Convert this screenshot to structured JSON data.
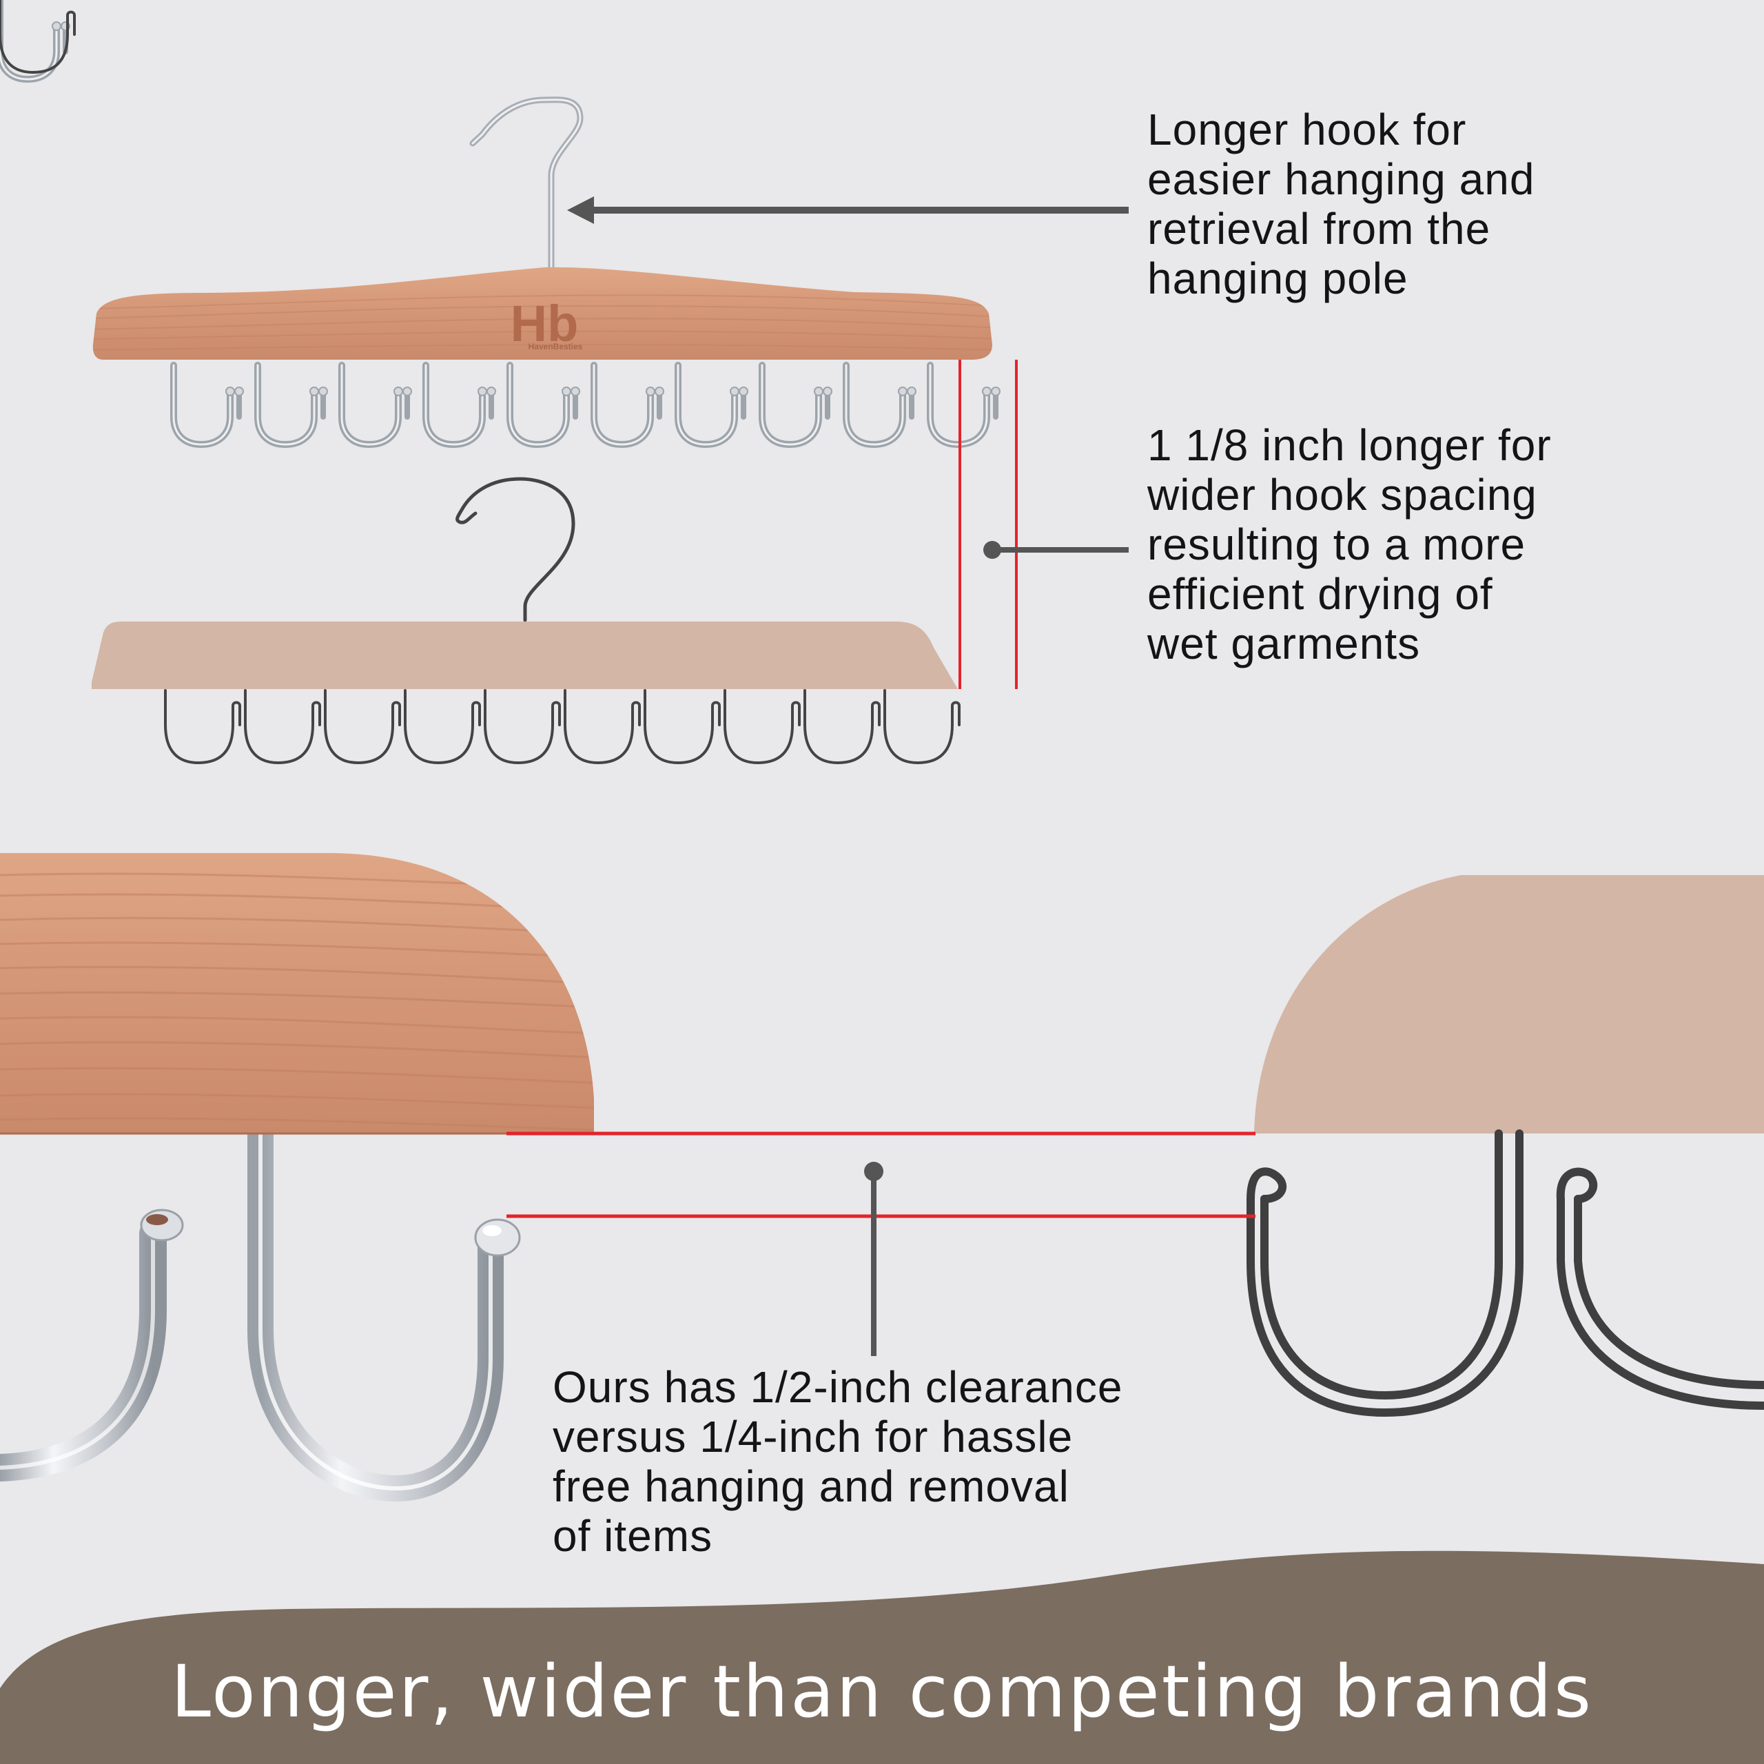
{
  "colors": {
    "background": "#e9e8ea",
    "cedar": "#d49878",
    "cedar_dark": "#b97457",
    "competitor_fill": "#d3b6a5",
    "chrome": "#c9ccd1",
    "outline": "#3f3f3f",
    "measure_red": "#e3242b",
    "pointer_gray": "#555555",
    "footer_band": "#7b6d60",
    "footer_text": "#ffffff"
  },
  "logo": {
    "monogram": "Hb",
    "brand": "HavenBesties"
  },
  "callouts": {
    "hook": {
      "lines": [
        "Longer hook for",
        "easier hanging and",
        "retrieval from the",
        "hanging pole"
      ]
    },
    "spacing": {
      "lines": [
        "1 1/8 inch longer for",
        "wider hook spacing",
        "resulting to a more",
        "efficient drying of",
        "wet garments"
      ]
    },
    "clearance": {
      "lines": [
        "Ours has 1/2-inch clearance",
        "versus 1/4-inch for hassle",
        "free hanging and removal",
        "of items"
      ]
    }
  },
  "footer": {
    "title": "Longer, wider than competing brands"
  },
  "icons": [
    "arrow-left-icon",
    "dot-pointer-icon",
    "hanger-hook-icon",
    "u-hook-icon"
  ]
}
